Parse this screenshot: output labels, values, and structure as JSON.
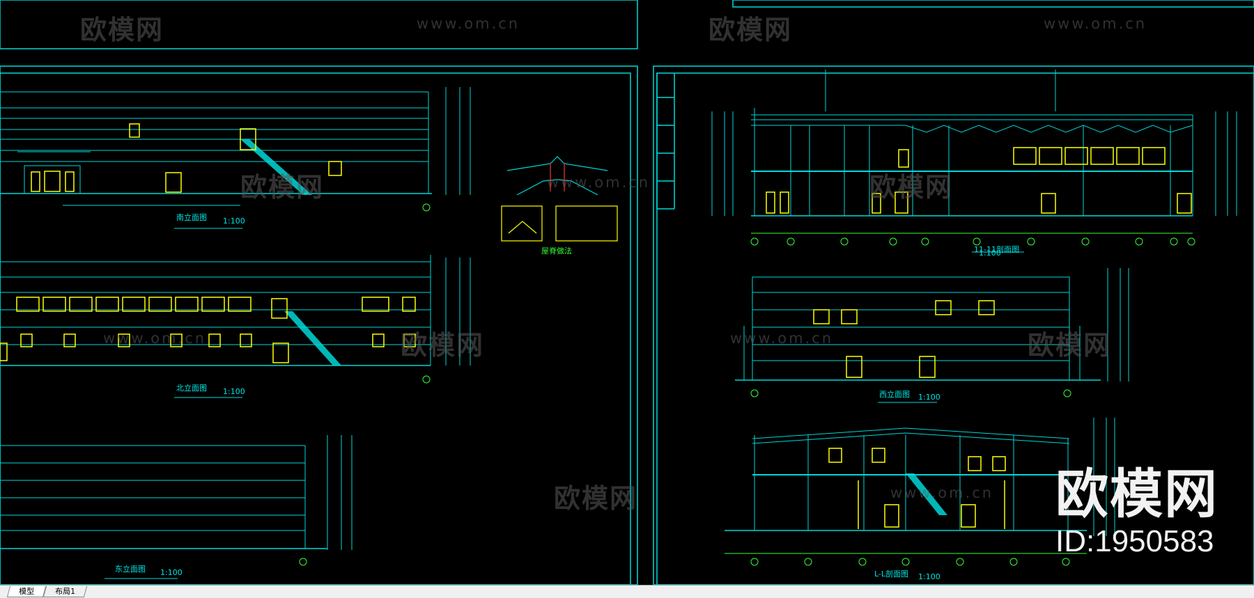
{
  "drawing_titles": {
    "south": "南立面图",
    "north": "北立面图",
    "east": "东立面图",
    "section_11": "11-11剖面图",
    "west": "西立面图",
    "section_ll": "L-L剖面图",
    "detail": "屋脊做法",
    "scale": "1:100"
  },
  "watermark": {
    "cn": "欧模网",
    "url": "www.om.cn"
  },
  "brand": {
    "name": "欧模网",
    "id": "ID:1950583"
  },
  "tabs": [
    {
      "label": "模型"
    },
    {
      "label": "布局1"
    }
  ],
  "colors": {
    "frame": "#00d7d7",
    "window": "#ffff00",
    "annotation": "#33ff33",
    "background": "#000000"
  }
}
